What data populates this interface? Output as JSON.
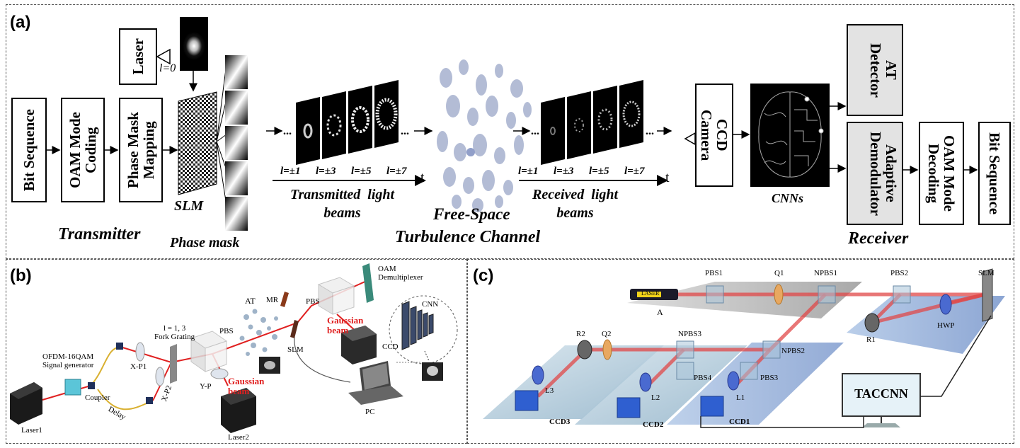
{
  "panel_a": {
    "label": "(a)",
    "laser": "Laser",
    "l_zero": "l=0",
    "bit_sequence_in": "Bit Sequence",
    "oam_coding": "OAM Mode\nCoding",
    "phase_mapping": "Phase Mask\nMapping",
    "slm": "SLM",
    "transmitter": "Transmitter",
    "phase_mask": "Phase mask",
    "tx_l_labels": [
      "l=±1",
      "l=±3",
      "l=±5",
      "l=±7"
    ],
    "tx_beams": "Transmitted  light\nbeams",
    "t1": "t",
    "free_space": "Free-Space",
    "turbulence": "Turbulence Channel",
    "rx_l_labels": [
      "l=±1",
      "l=±3",
      "l=±5",
      "l=±7"
    ],
    "rx_beams": "Received  light\nbeams",
    "t2": "t",
    "ccd_camera": "CCD\nCamera",
    "cnns": "CNNs",
    "at_detector": "AT\nDetector",
    "adaptive_demod": "Adaptive\nDemodulator",
    "oam_decoding": "OAM Mode\nDecoding",
    "bit_sequence_out": "Bit Sequence",
    "receiver": "Receiver"
  },
  "panel_b": {
    "label": "(b)",
    "laser1": "Laser1",
    "ofdm": "OFDM-16QAM\nSignal generator",
    "coupler": "Coupler",
    "delay": "Delay",
    "xp1": "X-P1",
    "xp2": "X-P2",
    "fork": "l = 1, 3\nFork Grating",
    "pbs1": "PBS",
    "yp": "Y-P",
    "gaussian1": "Gaussian\nbeam",
    "laser2": "Laser2",
    "at": "AT",
    "mr": "MR",
    "slm": "SLM",
    "pbs2": "PBS",
    "oam_demux": "OAM\nDemultiplexer",
    "gaussian2": "Gaussian\nbeam",
    "ccd": "CCD",
    "cnn": "CNN",
    "pc": "PC"
  },
  "panel_c": {
    "label": "(c)",
    "laser": "LASER",
    "a": "A",
    "pbs1": "PBS1",
    "q1": "Q1",
    "npbs1": "NPBS1",
    "pbs2": "PBS2",
    "slm": "SLM",
    "r1": "R1",
    "hwp": "HWP",
    "r2": "R2",
    "q2": "Q2",
    "npbs3": "NPBS3",
    "npbs2": "NPBS2",
    "pbs4": "PBS4",
    "pbs3": "PBS3",
    "l3": "L3",
    "l2": "L2",
    "l1": "L1",
    "ccd3": "CCD3",
    "ccd2": "CCD2",
    "ccd1": "CCD1",
    "taccnn": "TACCNN"
  }
}
